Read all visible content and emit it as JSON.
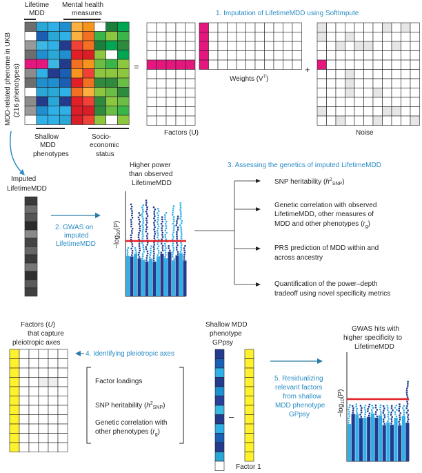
{
  "colors": {
    "magenta": "#e5177e",
    "yellow": "#fff22d",
    "accent_blue": "#2b8cc4",
    "dark_navy": "#233a8d",
    "light_blue": "#2fb1e8",
    "threshold_red": "#e21f26",
    "noise_grey": "#e6e6e6"
  },
  "labels": {
    "lifetime_mdd": "Lifetime MDD",
    "lifetime_l1": "Lifetime",
    "lifetime_l2": "MDD",
    "mental_health_l1": "Mental health",
    "mental_health_l2": "measures",
    "phenome_l1": "MDD-related phenome in UKB",
    "phenome_l2": "(216 phenotypes)",
    "shallow_l1": "Shallow",
    "shallow_l2": "MDD",
    "shallow_l3": "phenotypes",
    "socio_l1": "Socio-",
    "socio_l2": "economic",
    "socio_l3": "status",
    "equals": "=",
    "plus": "+",
    "minus": "–",
    "factors_u": "Factors (U)",
    "weights_vt": "Weights (V",
    "weights_sup": "T",
    "weights_close": ")",
    "noise": "Noise",
    "imputed_l1": "Imputed",
    "imputed_l2": "LifetimeMDD",
    "higher_power_l1": "Higher power",
    "higher_power_l2": "than observed",
    "higher_power_l3": "LifetimeMDD",
    "y_axis_p": "−log10(P)",
    "factors_u2_l1": "Factors (U)",
    "factors_u2_l2": "that capture",
    "factors_u2_l3": "pleiotropic axes",
    "shallow_gp_l1": "Shallow MDD",
    "shallow_gp_l2": "phenotype",
    "shallow_gp_l3": "GPpsy",
    "factor1": "Factor 1",
    "gwas_hits_l1": "GWAS hits with",
    "gwas_hits_l2": "higher specificity to",
    "gwas_hits_l3": "LifetimeMDD"
  },
  "steps": {
    "step1": "1. Imputation of LifetimeMDD using SoftImpute",
    "step2_l1": "2. GWAS on",
    "step2_l2": "imputed",
    "step2_l3": "LifetimeMDD",
    "step3": "3. Assessing the genetics of imputed LifetimeMDD",
    "step4": "4. Identifying pleiotropic axes",
    "step5_l1": "5. Residualizing",
    "step5_l2": "relevant factors",
    "step5_l3": "from shallow",
    "step5_l4": "MDD phenotype",
    "step5_l5": "GPpsy"
  },
  "outcomes": {
    "o1": "SNP heritability (h²SNP)",
    "o2_l1": "Genetic correlation with observed",
    "o2_l2": "LifetimeMDD, other measures of",
    "o2_l3": "MDD and other phenotypes (rg)",
    "o3_l1": "PRS prediction of MDD within and",
    "o3_l2": "across ancestry",
    "o4_l1": "Quantification of the power–depth",
    "o4_l2": "tradeoff using novel specificity metrics"
  },
  "pleiotropic_list": {
    "i1": "Factor loadings",
    "i2": "SNP heritability (h²SNP)",
    "i3_l1": "Genetic correlation with",
    "i3_l2": "other phenotypes (rg)"
  }
}
